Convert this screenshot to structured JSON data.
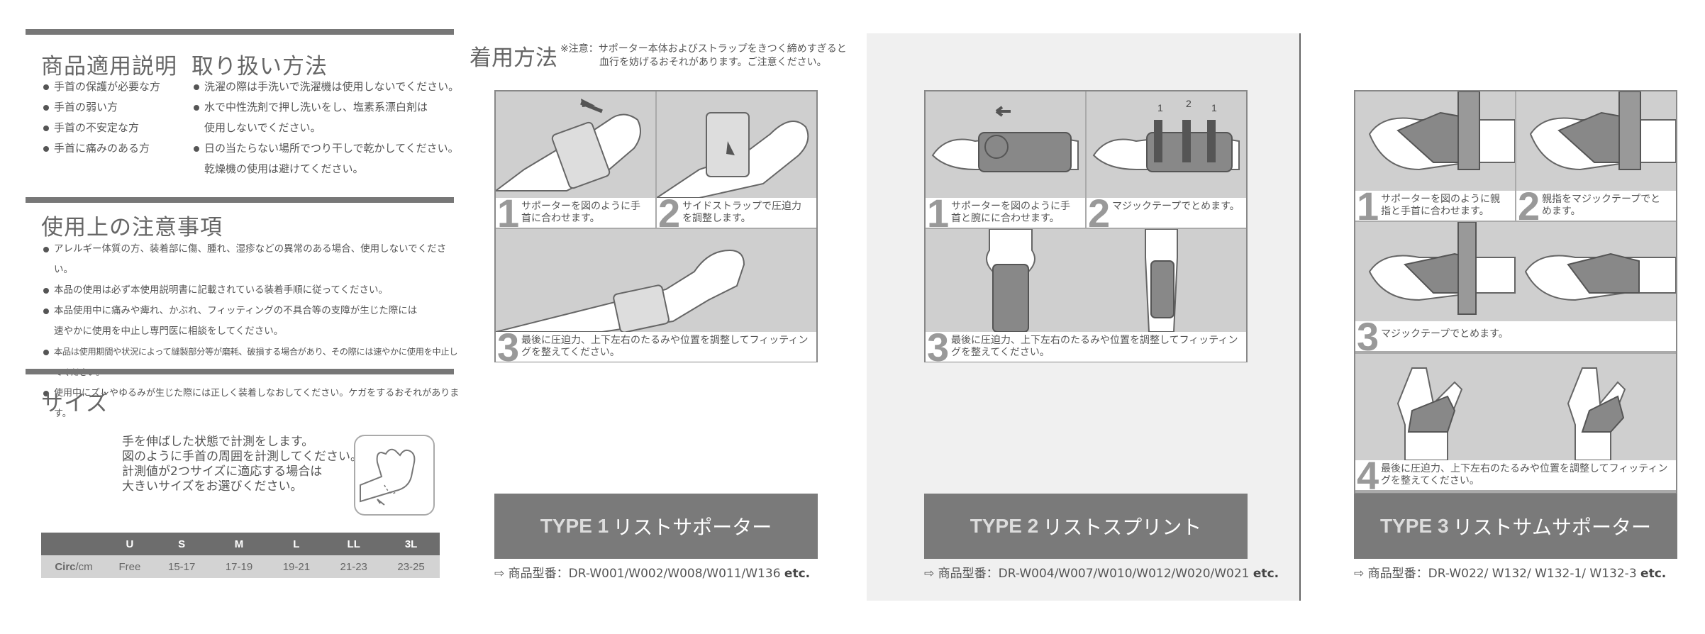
{
  "left": {
    "application_title": "商品適用説明",
    "application_items": [
      "手首の保護が必要な方",
      "手首の弱い方",
      "手首の不安定な方",
      "手首に痛みのある方"
    ],
    "handling_title": "取り扱い方法",
    "handling_items": [
      {
        "text": "洗濯の際は手洗いで洗濯機は使用しないでください。",
        "bullet": true
      },
      {
        "text": "水で中性洗剤で押し洗いをし、塩素系漂白剤は",
        "bullet": true
      },
      {
        "text": "使用しないでください。",
        "bullet": false
      },
      {
        "text": "日の当たらない場所でつり干しで乾かしてください。",
        "bullet": true
      },
      {
        "text": "乾燥機の使用は避けてください。",
        "bullet": false
      }
    ],
    "caution_title": "使用上の注意事項",
    "caution_items": [
      {
        "text": "アレルギー体質の方、装着部に傷、腫れ、湿疹などの異常のある場合、使用しないでください。",
        "bullet": true
      },
      {
        "text": "本品の使用は必ず本使用説明書に記載されている装着手順に従ってください。",
        "bullet": true
      },
      {
        "text": "本品使用中に痛みや痺れ、かぶれ、フィッティングの不具合等の支障が生じた際には",
        "bullet": true
      },
      {
        "text": "速やかに使用を中止し専門医に相談をしてください。",
        "bullet": false
      },
      {
        "text": "本品は使用期間や状況によって縫製部分等が磨耗、破損する場合があり、その際には速やかに使用を中止してください。",
        "bullet": true
      },
      {
        "text": "使用中にズレやゆるみが生じた際には正しく装着しなおしてください。ケガをするおそれがあります。",
        "bullet": true
      }
    ],
    "size_title": "サイズ",
    "size_instructions": [
      "手を伸ばした状態で計測をします。",
      "図のように手首の周囲を計測してください。",
      "計測値が2つサイズに適応する場合は",
      "大きいサイズをお選びください。"
    ],
    "size_table": {
      "headers": [
        "",
        "U",
        "S",
        "M",
        "L",
        "LL",
        "3L"
      ],
      "row_label_bold": "Circ",
      "row_label_unit": "/cm",
      "values": [
        "Free",
        "15-17",
        "17-19",
        "19-21",
        "21-23",
        "23-25"
      ]
    }
  },
  "wearing": {
    "title": "着用方法",
    "note_label": "※注意：",
    "note_line1": "サポーター本体およびストラップをきつく締めすぎると",
    "note_line2": "血行を妨げるおそれがあります。ご注意ください。"
  },
  "types": [
    {
      "type_label": "TYPE 1",
      "name": "リストサポーター",
      "model_prefix": "商品型番：",
      "model_codes": "DR-W001/W002/W008/W011/W136",
      "model_suffix": "etc.",
      "steps": [
        {
          "num": "1",
          "text": "サポーターを図のように手首に合わせます。"
        },
        {
          "num": "2",
          "text": "サイドストラップで圧迫力を調整します。"
        },
        {
          "num": "3",
          "text": "最後に圧迫力、上下左右のたるみや位置を調整してフィッティングを整えてください。"
        }
      ]
    },
    {
      "type_label": "TYPE 2",
      "name": "リストスプリント",
      "model_prefix": "商品型番：",
      "model_codes": "DR-W004/W007/W010/W012/W020/W021",
      "model_suffix": "etc.",
      "steps": [
        {
          "num": "1",
          "text": "サポーターを図のように手首と腕にに合わせます。"
        },
        {
          "num": "2",
          "text": "マジックテープでとめます。"
        },
        {
          "num": "3",
          "text": "最後に圧迫力、上下左右のたるみや位置を調整してフィッティングを整えてください。"
        }
      ],
      "strap_numbers": [
        "1",
        "2",
        "1"
      ]
    },
    {
      "type_label": "TYPE 3",
      "name": "リストサムサポーター",
      "model_prefix": "商品型番：",
      "model_codes": "DR-W022/ W132/ W132-1/ W132-3",
      "model_suffix": "etc.",
      "steps": [
        {
          "num": "1",
          "text": "サポーターを図のように親指と手首に合わせます。"
        },
        {
          "num": "2",
          "text": "親指をマジックテープでとめます。"
        },
        {
          "num": "3",
          "text": "マジックテープでとめます。"
        },
        {
          "num": "4",
          "text": "最後に圧迫力、上下左右のたるみや位置を調整してフィッティングを整えてください。"
        }
      ]
    }
  ],
  "colors": {
    "bar": "#777777",
    "panel": "#f0f0f0",
    "type_bar": "#7a7a7a"
  }
}
